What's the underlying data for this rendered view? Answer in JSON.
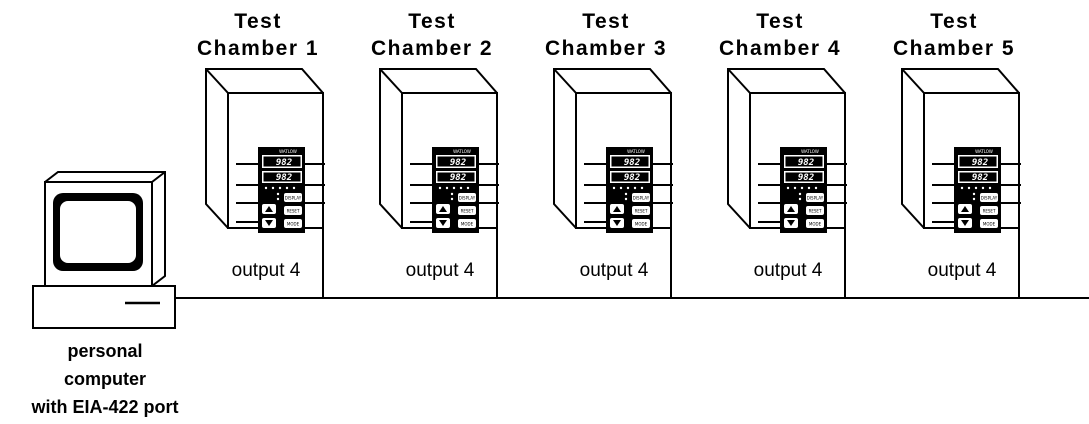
{
  "chambers": [
    {
      "title_line1": "Test",
      "title_line2": "Chamber 1",
      "display_top": "982",
      "display_bottom": "982",
      "output_label": "output 4",
      "brand": "WATLOW",
      "btn_display": "DISPLAY",
      "btn_mode": "MODE",
      "btn_reset": "RESET"
    },
    {
      "title_line1": "Test",
      "title_line2": "Chamber 2",
      "display_top": "982",
      "display_bottom": "982",
      "output_label": "output 4",
      "brand": "WATLOW",
      "btn_display": "DISPLAY",
      "btn_mode": "MODE",
      "btn_reset": "RESET"
    },
    {
      "title_line1": "Test",
      "title_line2": "Chamber 3",
      "display_top": "982",
      "display_bottom": "982",
      "output_label": "output 4",
      "brand": "WATLOW",
      "btn_display": "DISPLAY",
      "btn_mode": "MODE",
      "btn_reset": "RESET"
    },
    {
      "title_line1": "Test",
      "title_line2": "Chamber 4",
      "display_top": "982",
      "display_bottom": "982",
      "output_label": "output 4",
      "brand": "WATLOW",
      "btn_display": "DISPLAY",
      "btn_mode": "MODE",
      "btn_reset": "RESET"
    },
    {
      "title_line1": "Test",
      "title_line2": "Chamber 5",
      "display_top": "982",
      "display_bottom": "982",
      "output_label": "output 4",
      "brand": "WATLOW",
      "btn_display": "DISPLAY",
      "btn_mode": "MODE",
      "btn_reset": "RESET"
    }
  ],
  "computer": {
    "label_line1": "personal",
    "label_line2": "computer",
    "label_line3": "with EIA-422 port"
  }
}
